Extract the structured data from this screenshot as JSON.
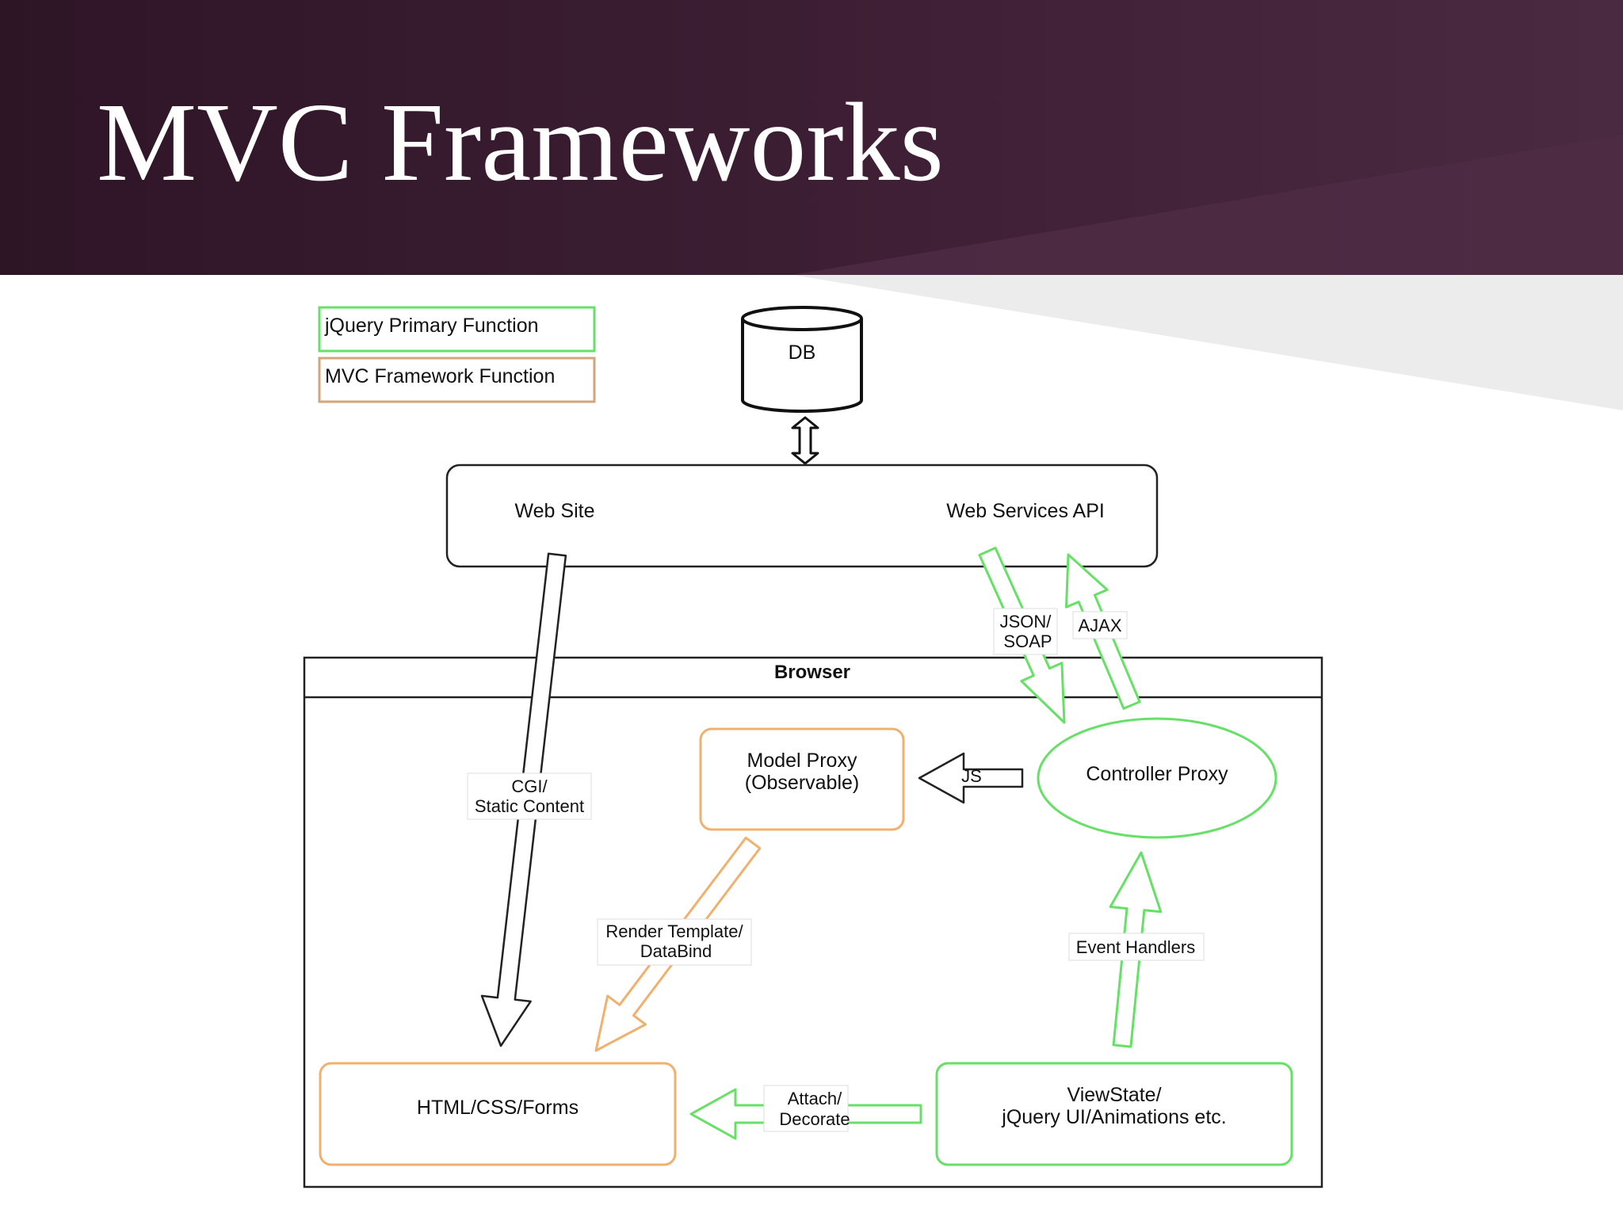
{
  "slide": {
    "title": "MVC Frameworks"
  },
  "colors": {
    "header_bg": "#3a1c31",
    "jquery_green": "#66e066",
    "mvc_orange": "#f0b06e",
    "stroke": "#222222"
  },
  "legend": {
    "jquery": "jQuery Primary Function",
    "mvc": "MVC Framework Function"
  },
  "nodes": {
    "db": "DB",
    "web_site": "Web Site",
    "web_services": "Web Services API",
    "browser": "Browser",
    "model_proxy": [
      "Model Proxy",
      "(Observable)"
    ],
    "controller_proxy": "Controller Proxy",
    "html_css": "HTML/CSS/Forms",
    "viewstate": [
      "ViewState/",
      "jQuery UI/Animations etc."
    ]
  },
  "edges": {
    "cgi": [
      "CGI/",
      "Static Content"
    ],
    "json_soap": [
      "JSON/",
      "SOAP"
    ],
    "ajax": "AJAX",
    "js": "JS",
    "render": [
      "Render Template/",
      "DataBind"
    ],
    "event_handlers": "Event Handlers",
    "attach": [
      "Attach/",
      "Decorate"
    ]
  }
}
